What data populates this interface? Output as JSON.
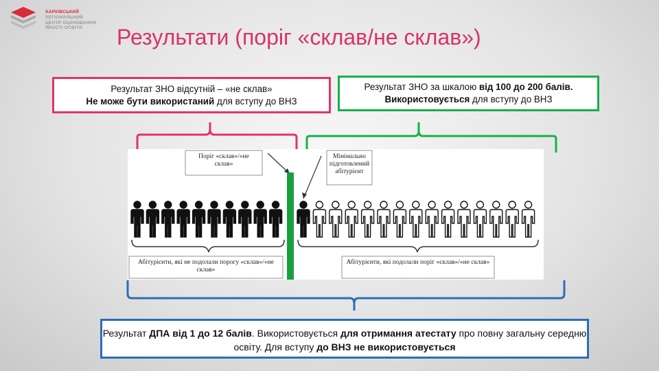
{
  "logo": {
    "line1": "ХАРКІВСЬКИЙ",
    "line2": "РЕГІОНАЛЬНИЙ",
    "line3": "ЦЕНТР ОЦІНЮВАННЯ",
    "line4": "ЯКОСТІ ОСВІТИ"
  },
  "title": "Результати (поріг «склав/не склав»)",
  "left_box": {
    "line1": "Результат ЗНО відсутній – «не склав»",
    "line2_bold": "Не може бути використаний",
    "line2_rest": " для вступу до ВНЗ"
  },
  "right_box": {
    "line1_start": "Результат ЗНО за шкалою ",
    "line1_bold": "від 100 до 200 балів.",
    "line2_bold": "Використовується",
    "line2_rest": " для вступу до ВНЗ"
  },
  "bottom_box": {
    "p1": "Результат ",
    "p2_bold": "ДПА від 1 до 12 балів",
    "p3": ". Використовується ",
    "p4_bold": "для отримання атестату",
    "p5": " про повну загальну середню освіту. Для вступу ",
    "p6_bold": "до ВНЗ не використовується"
  },
  "figure": {
    "threshold_label": "Поріг «склав»/«не склав»",
    "min_label": "Мінімально підготовлений абітурієнт",
    "failed_label": "Абітурієнти, які не подолали порогу «склав»/«не склав»",
    "passed_label": "Абітурієнти, які подолали поріг «склав»/«не склав»",
    "failed_count": 10,
    "passed_count": 15
  },
  "colors": {
    "title": "#d6336c",
    "left_border": "#e0336e",
    "right_border": "#14b14a",
    "bottom_border": "#2b6db8",
    "threshold_bar": "#1a9e3f"
  }
}
